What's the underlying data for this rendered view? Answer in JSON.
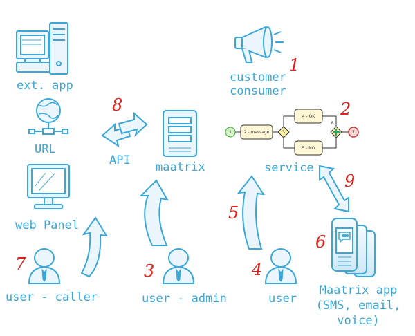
{
  "colors": {
    "sketch": "#3aa7d8",
    "fill": "#e3f2fb",
    "number": "#e0201a",
    "bpmn_task": "#fff7d6",
    "bpmn_border": "#333333"
  },
  "nodes": {
    "ext_app": {
      "label": "ext. app",
      "icon": "computer-icon"
    },
    "url": {
      "label": "URL",
      "icon": "globe-network-icon"
    },
    "web_panel": {
      "label": "web Panel",
      "icon": "monitor-icon"
    },
    "user_caller": {
      "label": "user - caller",
      "icon": "person-icon"
    },
    "api": {
      "label": "API",
      "icon": "bidirectional-arrow-icon"
    },
    "maatrix": {
      "label": "maatrix",
      "icon": "server-icon"
    },
    "user_admin": {
      "label": "user - admin",
      "icon": "person-icon"
    },
    "customer_consumer": {
      "label_line1": "customer",
      "label_line2": "consumer",
      "icon": "megaphone-icon"
    },
    "service": {
      "label": "service"
    },
    "user": {
      "label": "user",
      "icon": "person-icon"
    },
    "maatrix_app": {
      "label_line1": "Maatrix app",
      "label_line2": "(SMS, email,",
      "label_line3": "voice)",
      "icon": "mobile-phones-icon"
    }
  },
  "bpmn": {
    "start": "1",
    "message_task": "2 - message",
    "gateway": "3",
    "ok_task": "4 - OK",
    "no_task": "5 - NO",
    "merge_gateway": "6",
    "end": "7"
  },
  "numbers": {
    "n1": "1",
    "n2": "2",
    "n3": "3",
    "n4": "4",
    "n5": "5",
    "n6": "6",
    "n7": "7",
    "n8": "8",
    "n9": "9"
  }
}
